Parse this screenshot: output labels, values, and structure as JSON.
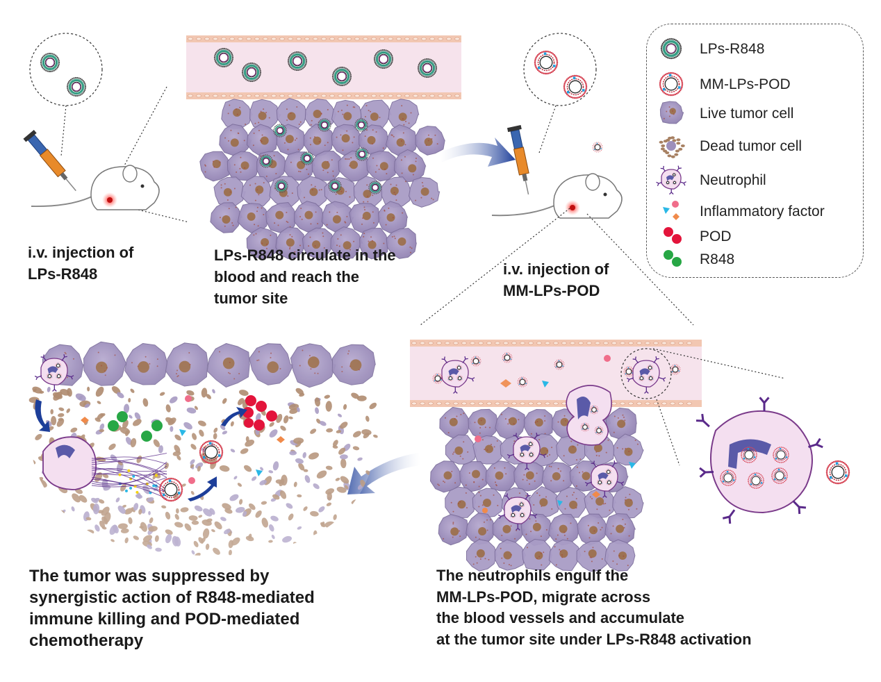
{
  "captions": {
    "injection_1": [
      "i.v. injection of",
      "LPs-R848"
    ],
    "circulate": [
      "LPs-R848 circulate in the",
      "blood and reach the",
      "tumor site"
    ],
    "injection_2": [
      "i.v. injection of",
      "MM-LPs-POD"
    ],
    "suppressed": [
      "The tumor was suppressed by",
      "synergistic action of R848-mediated",
      "immune killing and POD-mediated",
      "chemotherapy"
    ],
    "neutrophils": [
      "The neutrophils engulf the",
      "MM-LPs-POD, migrate across",
      "the blood vessels and accumulate",
      "at the tumor site under LPs-R848 activation"
    ]
  },
  "legend": [
    {
      "label": "LPs-R848",
      "icon": "lps-r848-icon"
    },
    {
      "label": "MM-LPs-POD",
      "icon": "mm-lps-pod-icon"
    },
    {
      "label": "Live tumor cell",
      "icon": "live-tumor-cell-icon"
    },
    {
      "label": "Dead tumor cell",
      "icon": "dead-tumor-cell-icon"
    },
    {
      "label": "Neutrophil",
      "icon": "neutrophil-icon"
    },
    {
      "label": "Inflammatory factor",
      "icon": "inflammatory-factor-icon"
    },
    {
      "label": "POD",
      "icon": "pod-icon"
    },
    {
      "label": "R848",
      "icon": "r848-icon"
    }
  ],
  "colors": {
    "vessel_fill": "#f6e3ec",
    "vessel_wall": "#f2c7b2",
    "tumor_cell": "#9d8fbb",
    "tumor_nucleus": "#9a6a3e",
    "dead_cell": "#a78062",
    "neutrophil": "#f4dff0",
    "neutrophil_nucleus": "#5a5aa8",
    "arrow": "#1d3e99",
    "pod": "#e3143b",
    "r848": "#27a745",
    "lps_ring": "#2f9a80",
    "mm_ring": "#d74a5a",
    "inflammatory_blue": "#2ab8e6",
    "inflammatory_orange": "#f08a4a"
  }
}
